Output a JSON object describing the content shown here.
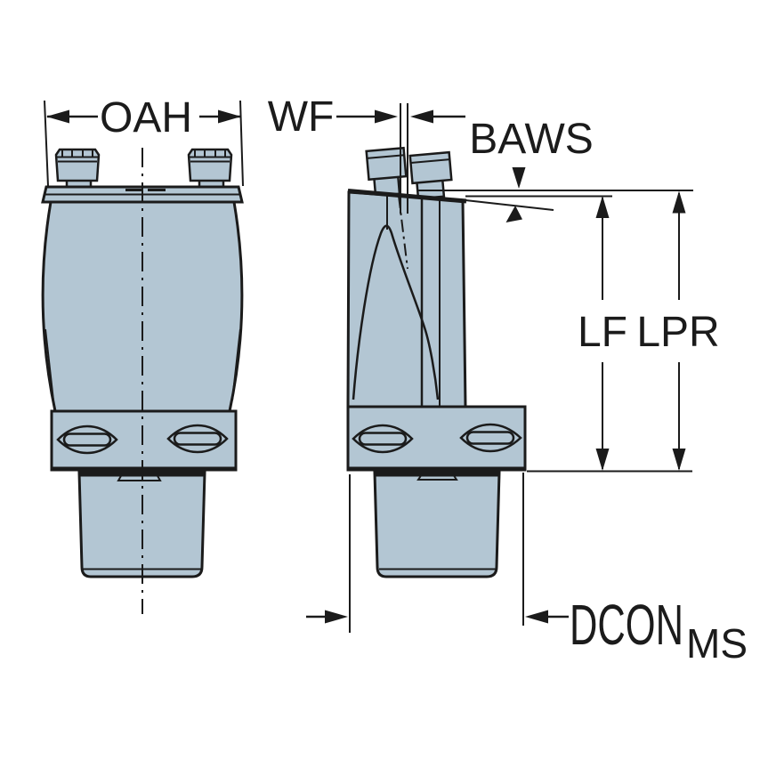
{
  "labels": {
    "oah": "OAH",
    "wf": "WF",
    "baws": "BAWS",
    "lf": "LF",
    "lpr": "LPR",
    "dcon": "DCON",
    "dcon_subscript": "MS"
  },
  "colors": {
    "part_fill": "#b3c6d3",
    "line_color": "#1b1b1b",
    "background": "#ffffff"
  }
}
